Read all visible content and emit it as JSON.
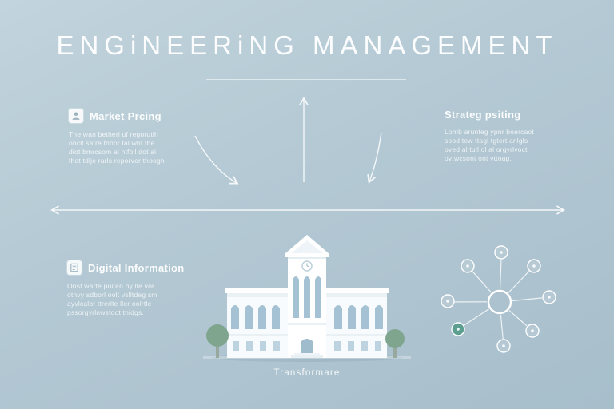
{
  "title": "ENGiNEERiNG MANAGEMENT",
  "sections": {
    "market_pricing": {
      "heading": "Market Prcing",
      "body": "The wan betherl uf regorutih\noncll satre fnoor tal wht the\ndiot bmrcsom al ntfoll dot ai\nthat tdlje rarls reporver thoogh"
    },
    "strategic_positioning": {
      "heading": "Strateg psiting",
      "body": "Lomb arunteg ypnr boercaot\nsood tew ttagl tgtert anlgls\noved al tull ol al orgyrlvoct\novtwcsont ont vttoag."
    },
    "digital_information": {
      "heading": "Digital Information",
      "body": "Onst warte puiten by lfe vor\nothvy sdborl oolt vslltdeg sm\nayvlcalbr ttrerlte ller oolrtle\npssorgyrlnwstoot tnidgs."
    }
  },
  "building": {
    "caption": "Transformare"
  },
  "icons": {
    "market_pricing_icon": "person-icon",
    "digital_information_icon": "document-icon"
  },
  "colors": {
    "background_top": "#c2d4dd",
    "background_bottom": "#a7becb",
    "foreground": "#ffffff",
    "window_blue": "#a4c2d3",
    "tree_green": "#7fa58f",
    "node_accent_teal": "#5c9e8f"
  }
}
